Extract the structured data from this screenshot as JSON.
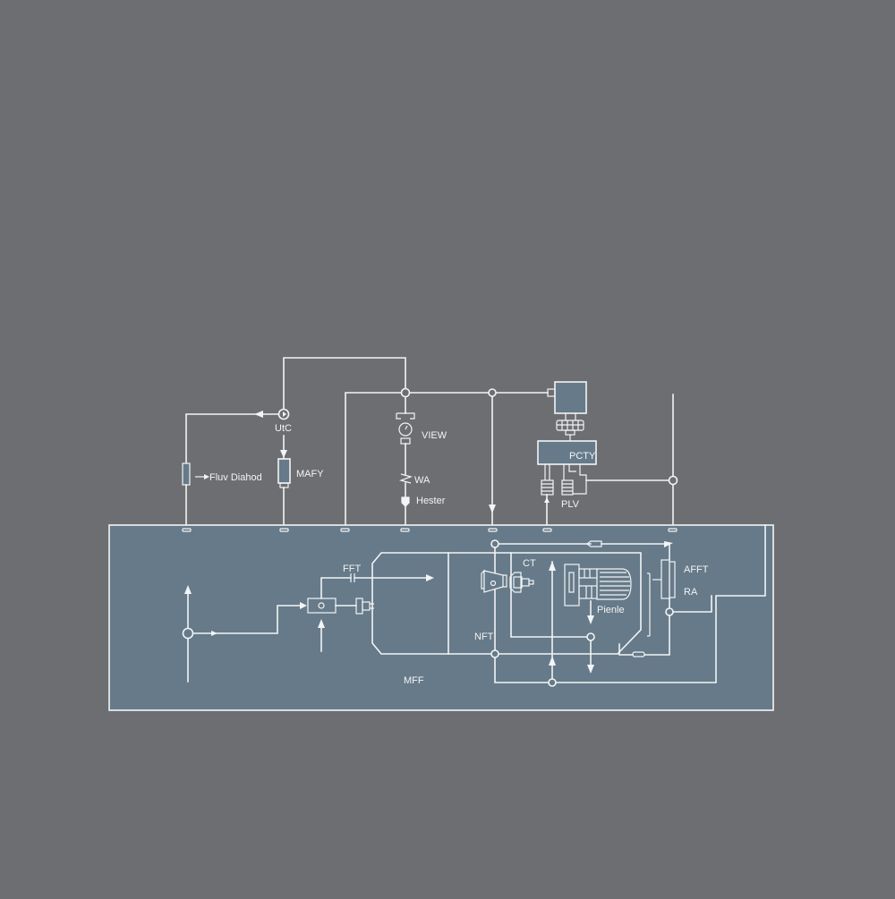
{
  "diagram": {
    "title": "",
    "colors": {
      "background": "#6d6e71",
      "panel": "#667a89",
      "line": "#f2f4f5"
    },
    "upper_section": {
      "labels": {
        "utc": "UtC",
        "flow_diode": "Fluv Diahod",
        "mafy": "MAFY",
        "view": "VIEW",
        "wa": "WA",
        "heater": "Hester",
        "pcty": "PCTY",
        "plv": "PLV"
      }
    },
    "lower_panel": {
      "labels": {
        "fft": "FFT",
        "ct": "CT",
        "nft": "NFT",
        "mff": "MFF",
        "pienle": "Pienle",
        "afft": "AFFT",
        "ra": "RA"
      }
    },
    "components": [
      {
        "id": "utc-node",
        "type": "junction-arrow",
        "label": "UtC"
      },
      {
        "id": "flow-diode",
        "type": "diode",
        "label": "Fluv Diahod"
      },
      {
        "id": "mafy",
        "type": "fuse",
        "label": "MAFY"
      },
      {
        "id": "view-gauge",
        "type": "gauge",
        "label": "VIEW"
      },
      {
        "id": "wa-resistor",
        "type": "resistor",
        "label": "WA"
      },
      {
        "id": "heater",
        "type": "heater",
        "label": "Hester"
      },
      {
        "id": "pcty-block",
        "type": "control-unit",
        "label": "PCTY"
      },
      {
        "id": "plv-valves",
        "type": "valve",
        "label": "PLV"
      },
      {
        "id": "fft-capacitor",
        "type": "capacitor",
        "label": "FFT"
      },
      {
        "id": "ct-connector",
        "type": "connector",
        "label": "CT"
      },
      {
        "id": "nft-pump",
        "type": "pump",
        "label": "NFT"
      },
      {
        "id": "pienle-motor",
        "type": "motor",
        "label": "Pienle"
      },
      {
        "id": "afft-relay",
        "type": "relay",
        "label": "AFFT"
      },
      {
        "id": "ra-contact",
        "type": "contact",
        "label": "RA"
      }
    ]
  }
}
